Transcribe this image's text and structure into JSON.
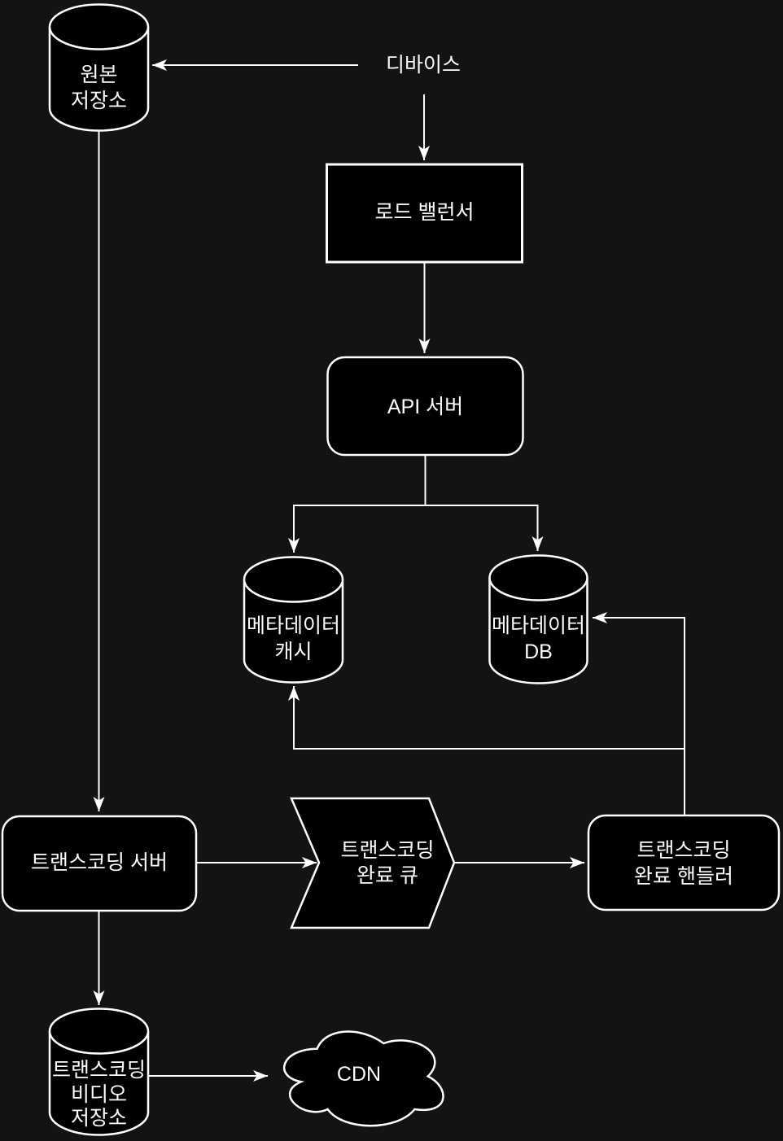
{
  "diagram": {
    "type": "flowchart",
    "colors": {
      "background": "#131313",
      "node_fill": "#000000",
      "stroke": "#ffffff",
      "text": "#ffffff"
    },
    "nodes": {
      "device": {
        "shape": "text",
        "label": "디바이스"
      },
      "origin_storage": {
        "shape": "cylinder",
        "lines": [
          "원본",
          "저장소"
        ]
      },
      "load_balancer": {
        "shape": "rectangle",
        "lines": [
          "로드 밸런서"
        ]
      },
      "api_server": {
        "shape": "rounded-rectangle",
        "lines": [
          "API 서버"
        ]
      },
      "metadata_cache": {
        "shape": "cylinder",
        "lines": [
          "메타데이터",
          "캐시"
        ]
      },
      "metadata_db": {
        "shape": "cylinder",
        "lines": [
          "메타데이터",
          "DB"
        ]
      },
      "transcoding_server": {
        "shape": "rounded-rectangle",
        "lines": [
          "트랜스코딩 서버"
        ]
      },
      "transcoding_complete_queue": {
        "shape": "chevron",
        "lines": [
          "트랜스코딩",
          "완료 큐"
        ]
      },
      "transcoding_complete_handler": {
        "shape": "rounded-rectangle",
        "lines": [
          "트랜스코딩",
          "완료 핸들러"
        ]
      },
      "transcoded_video_storage": {
        "shape": "cylinder",
        "lines": [
          "트랜스코딩",
          "비디오",
          "저장소"
        ]
      },
      "cdn": {
        "shape": "cloud",
        "lines": [
          "CDN"
        ]
      }
    },
    "edges": [
      {
        "from": "device",
        "to": "origin_storage"
      },
      {
        "from": "device",
        "to": "load_balancer"
      },
      {
        "from": "load_balancer",
        "to": "api_server"
      },
      {
        "from": "api_server",
        "to": "metadata_cache"
      },
      {
        "from": "api_server",
        "to": "metadata_db"
      },
      {
        "from": "origin_storage",
        "to": "transcoding_server"
      },
      {
        "from": "transcoding_server",
        "to": "transcoding_complete_queue"
      },
      {
        "from": "transcoding_complete_queue",
        "to": "transcoding_complete_handler"
      },
      {
        "from": "transcoding_complete_handler",
        "to": "metadata_db"
      },
      {
        "from": "transcoding_complete_handler",
        "to": "metadata_cache"
      },
      {
        "from": "transcoding_server",
        "to": "transcoded_video_storage"
      },
      {
        "from": "transcoded_video_storage",
        "to": "cdn"
      }
    ]
  }
}
